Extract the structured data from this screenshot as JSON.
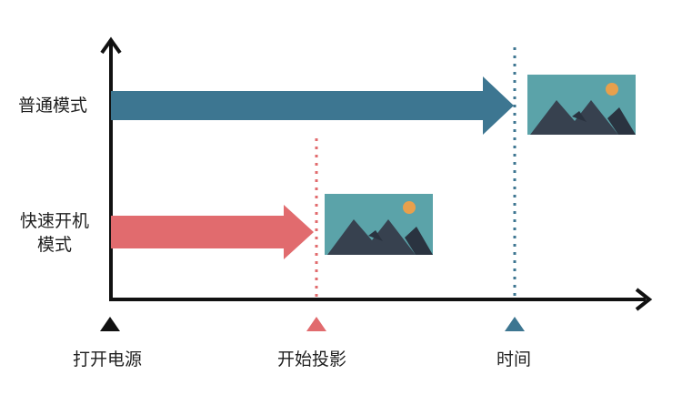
{
  "rows": {
    "normal": {
      "label": "普通模式",
      "color": "#3d7691"
    },
    "fast": {
      "label_line1": "快速开机",
      "label_line2": "模式",
      "color": "#e16b6e"
    }
  },
  "markers": {
    "power_on": {
      "label": "打开电源",
      "color": "#111111"
    },
    "projection_start": {
      "label": "开始投影",
      "color": "#e16b6e"
    },
    "time": {
      "label": "时间",
      "color": "#3d7691"
    }
  },
  "colors": {
    "axis": "#111111",
    "image_sky": "#5ba3a9",
    "image_mountain": "#37414f",
    "image_mountain_shade": "#2a3340",
    "image_sun": "#e8a04c"
  },
  "icons": {
    "image": "landscape-image-icon",
    "marker": "triangle-marker-icon"
  }
}
